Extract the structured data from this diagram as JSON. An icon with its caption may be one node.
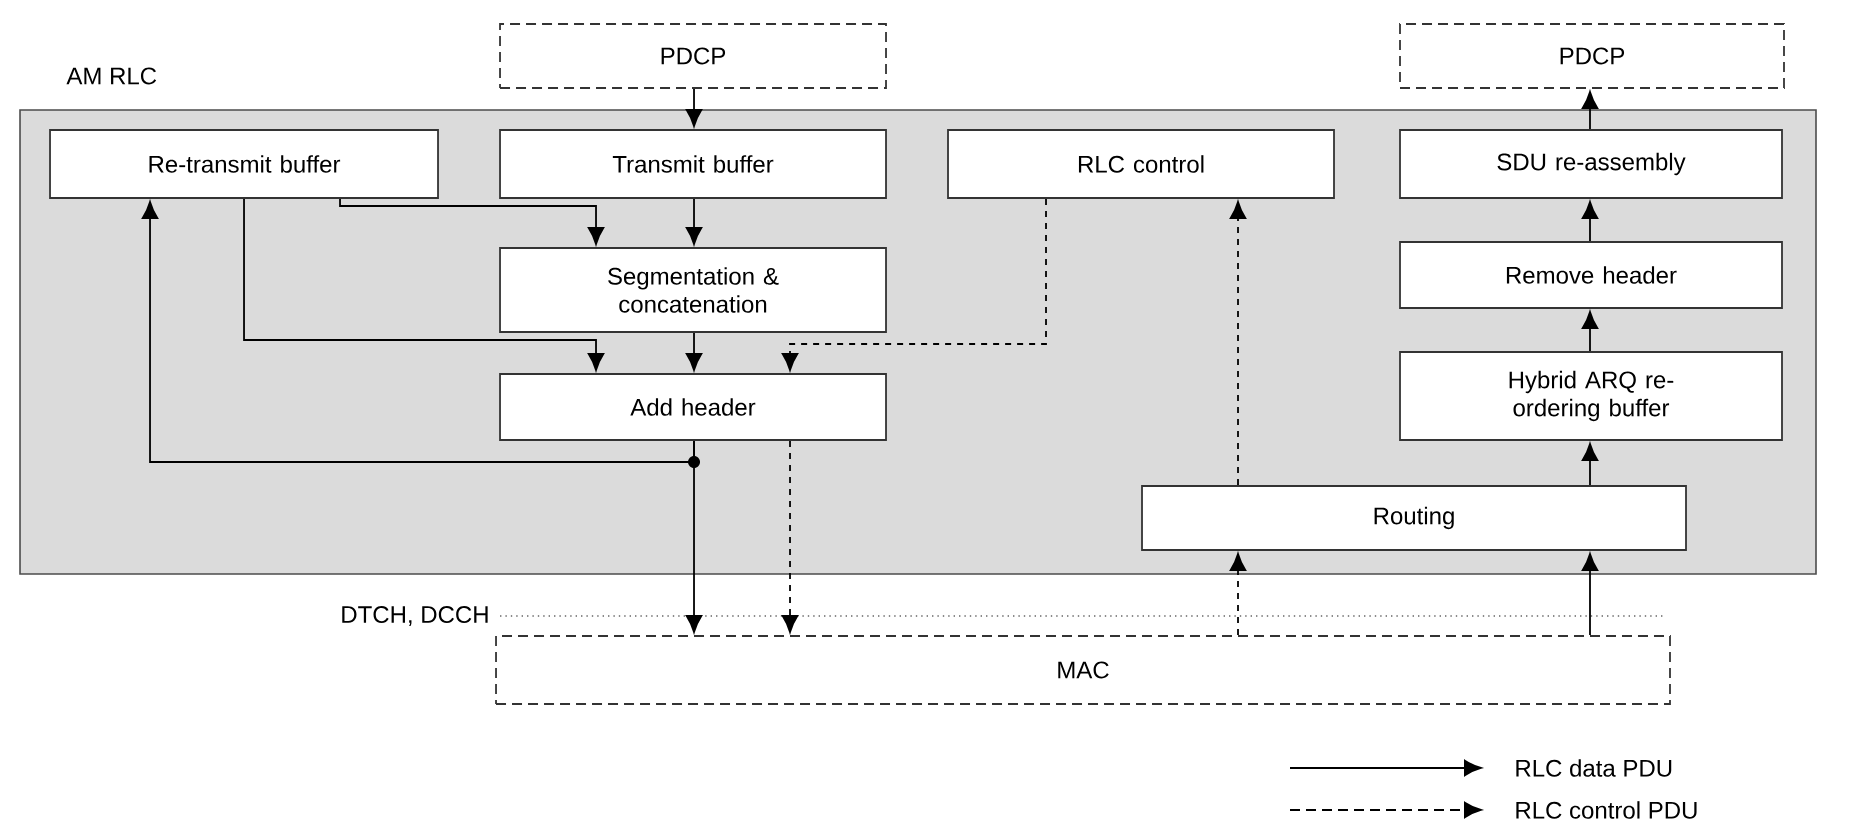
{
  "diagram": {
    "nodes": [
      {
        "text": [
          "AM RLC"
        ]
      },
      {
        "text": [
          "PDCP"
        ]
      },
      {
        "text": [
          "PDCP"
        ]
      },
      {
        "text": [
          "Re-transmit buffer"
        ],
        "in": 0
      },
      {
        "text": [
          "Transmit buffer"
        ],
        "in": 0
      },
      {
        "text": [
          "RLC control"
        ],
        "in": 0
      },
      {
        "text": [
          "SDU re-assembly"
        ],
        "in": 0
      },
      {
        "text": [
          "Segmentation & concatenation"
        ],
        "in": 0
      },
      {
        "text": [
          "Remove header"
        ],
        "in": 0
      },
      {
        "text": [
          "Add header"
        ],
        "in": 0
      },
      {
        "text": [
          "Hybrid ARQ re-ordering buffer"
        ],
        "in": 0
      },
      {
        "text": [
          "Routing"
        ],
        "in": 0
      },
      {
        "text": [
          "MAC"
        ]
      }
    ],
    "edges": [
      {
        "from": 1,
        "to": 4,
        "arrow": "to"
      },
      {
        "from": 3,
        "to": 7,
        "arrow": "to"
      },
      {
        "from": 4,
        "to": 7,
        "arrow": "to"
      },
      {
        "from": 3,
        "to": 9,
        "arrow": "to"
      },
      {
        "from": 7,
        "to": 9,
        "arrow": "to"
      },
      {
        "from": 5,
        "to": 9,
        "arrow": "to",
        "style": "dashed"
      },
      {
        "from": 9,
        "to": 12,
        "arrow": "to"
      },
      {
        "from": 9,
        "to": 3,
        "arrow": "to"
      },
      {
        "from": 9,
        "to": 12,
        "arrow": "to",
        "style": "dashed"
      },
      {
        "from": 12,
        "to": 11,
        "arrow": "to",
        "style": "dashed"
      },
      {
        "from": 12,
        "to": 11,
        "arrow": "to"
      },
      {
        "from": 11,
        "to": 5,
        "arrow": "to",
        "style": "dashed"
      },
      {
        "from": 11,
        "to": 10,
        "arrow": "to"
      },
      {
        "from": 10,
        "to": 8,
        "arrow": "to"
      },
      {
        "from": 8,
        "to": 6,
        "arrow": "to"
      },
      {
        "from": 6,
        "to": 2,
        "arrow": "to"
      }
    ],
    "labels": [
      "DTCH, DCCH"
    ],
    "legend": [
      {
        "text": "RLC data PDU"
      },
      {
        "text": "RLC control PDU"
      }
    ]
  }
}
